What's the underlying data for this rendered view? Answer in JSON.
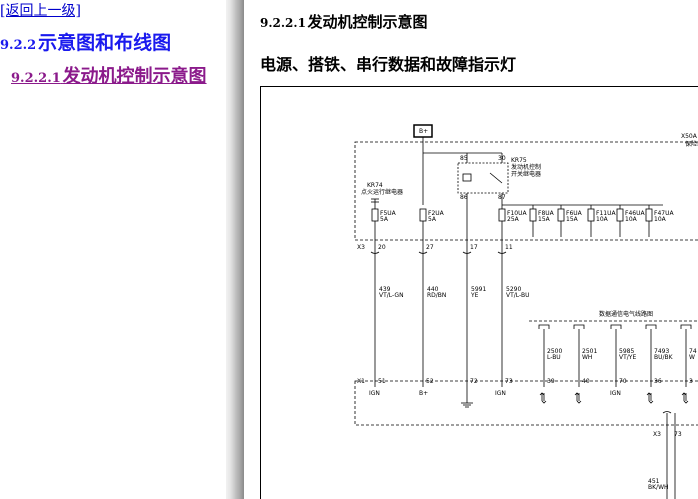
{
  "toc": {
    "back_link": "[返回上一级]",
    "section_num": "9.2.2",
    "section_text": "示意图和布线图",
    "item_num": "9.2.2.1",
    "item_text": "发动机控制示意图"
  },
  "content": {
    "title_num": "9.2.2.1",
    "title_text": "发动机控制示意图",
    "subtitle": "电源、搭铁、串行数据和故障指示灯"
  },
  "diagram": {
    "bplus": "B+",
    "x50a": "X50A",
    "x50a_desc": "保险丝",
    "kr75": "KR75",
    "kr75_desc1": "发动机控制",
    "kr75_desc2": "开关继电器",
    "pin85": "85",
    "pin30": "30",
    "pin86": "86",
    "pin87": "87",
    "kr74": "KR74",
    "kr74_desc": "点火运行继电器",
    "fuses": [
      {
        "name": "F5UA",
        "amp": "5A"
      },
      {
        "name": "F2UA",
        "amp": "5A"
      },
      {
        "name": "F10UA",
        "amp": "25A"
      },
      {
        "name": "F8UA",
        "amp": "15A"
      },
      {
        "name": "F6UA",
        "amp": "15A"
      },
      {
        "name": "F11UA",
        "amp": "10A"
      },
      {
        "name": "F46UA",
        "amp": "10A"
      },
      {
        "name": "F47UA",
        "amp": "10A"
      }
    ],
    "x3": "X3",
    "x3_pins": [
      "20",
      "27",
      "17",
      "11"
    ],
    "wires": [
      {
        "num": "439",
        "color": "VT/L-GN"
      },
      {
        "num": "440",
        "color": "RD/BN"
      },
      {
        "num": "5991",
        "color": "YE"
      },
      {
        "num": "5290",
        "color": "VT/L-BU"
      }
    ],
    "data_title": "数据通信电气线路图",
    "data_wires": [
      {
        "num": "2500",
        "color": "L-BU"
      },
      {
        "num": "2501",
        "color": "WH"
      },
      {
        "num": "5985",
        "color": "VT/YE"
      },
      {
        "num": "7493",
        "color": "BU/BK"
      },
      {
        "num": "74",
        "color": "W"
      }
    ],
    "x1": "X1",
    "x1_pins": [
      "51",
      "52",
      "72",
      "73",
      "39",
      "40",
      "70",
      "36",
      "3"
    ],
    "x1_labels": [
      "IGN",
      "B+",
      "IGN",
      "IGN"
    ],
    "x3b": "X3",
    "x3b_pin": "73",
    "w451_num": "451",
    "w451_color": "BK/WH"
  }
}
